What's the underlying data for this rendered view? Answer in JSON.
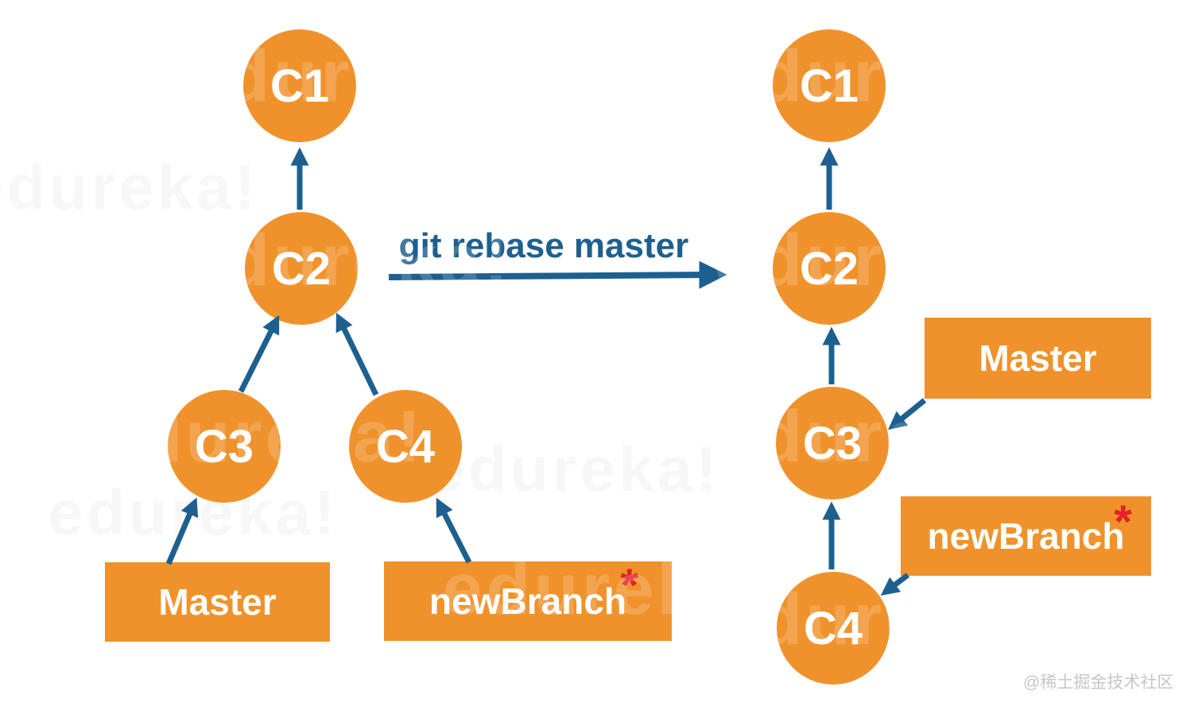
{
  "colors": {
    "node_orange": "#F0922C",
    "arrow_blue": "#1D6090",
    "asterisk_red": "#E2222A",
    "label_white": "#FFFFFF",
    "site_watermark_gray": "#C6C6C6"
  },
  "command": {
    "text": "git rebase master"
  },
  "before": {
    "commits": [
      {
        "id": "C1"
      },
      {
        "id": "C2"
      },
      {
        "id": "C3"
      },
      {
        "id": "C4"
      }
    ],
    "branch_labels": {
      "master": "Master",
      "new_branch": "newBranch",
      "modified_marker": "*"
    }
  },
  "after": {
    "commits": [
      {
        "id": "C1"
      },
      {
        "id": "C2"
      },
      {
        "id": "C3"
      },
      {
        "id": "C4"
      }
    ],
    "branch_labels": {
      "master": "Master",
      "new_branch": "newBranch",
      "modified_marker": "*"
    }
  },
  "watermarks": {
    "brand": "edureka!",
    "site": "@稀土掘金技术社区"
  }
}
